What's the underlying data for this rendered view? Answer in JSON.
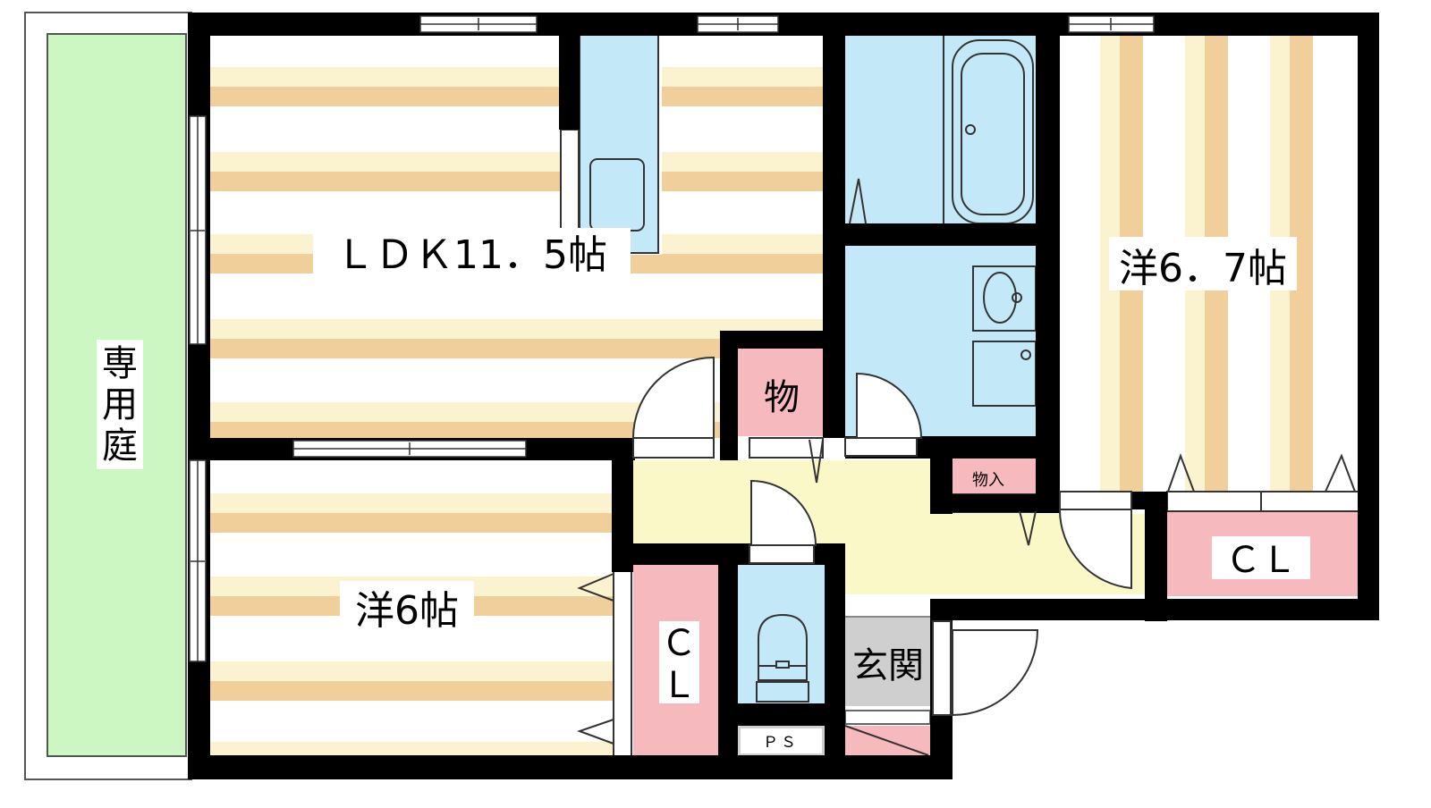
{
  "floorplan": {
    "rooms": {
      "ldk": {
        "label": "ＬＤＫ11．5帖"
      },
      "western_east": {
        "label": "洋6．7帖"
      },
      "western_south": {
        "label": "洋6帖"
      },
      "storage_mono": {
        "label": "物"
      },
      "storage_monoire": {
        "label": "物入"
      },
      "closet_east": {
        "label": "ＣＬ"
      },
      "closet_south": {
        "label_top": "Ｃ",
        "label_bottom": "Ｌ"
      },
      "entrance": {
        "label": "玄関"
      },
      "pipe_space": {
        "label": "ＰＳ"
      },
      "garden": {
        "label_1": "専",
        "label_2": "用",
        "label_3": "庭"
      }
    },
    "colors": {
      "wall": "#000000",
      "floor_stripe": "#f0cf9a",
      "floor_light": "#fbf3cf",
      "wet_area": "#c3e8f8",
      "closet": "#f6b9bd",
      "hall": "#fbf8c8",
      "garden": "#ccf7c2",
      "entrance_tile": "#cfcfcf"
    }
  }
}
